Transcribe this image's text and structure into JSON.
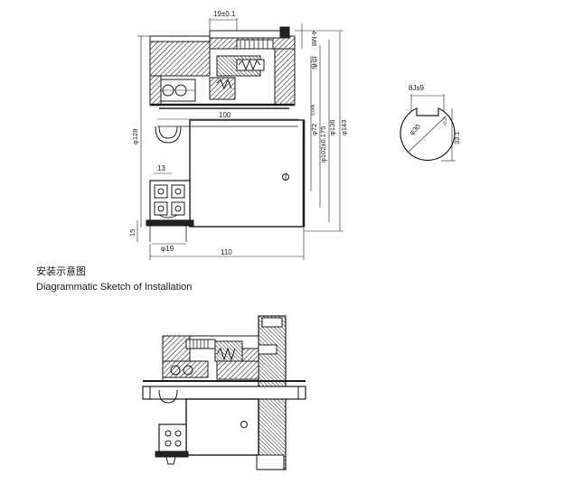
{
  "dimensions": {
    "top_width": "19±0.1",
    "m4": "4-M8",
    "even": "均布",
    "inner_width": "100",
    "phi128": "φ128",
    "phi72": "φ72",
    "phi72_tol": "0.046",
    "phi72_tol2": "0",
    "phi102": "φ102±0.175",
    "phi136": "φ136",
    "phi143": "φ143",
    "d13": "13",
    "d15": "15",
    "phi19": "φ19",
    "d110": "110",
    "key": "8Js9",
    "phi30": "φ30",
    "phi30_tol": "+0.021",
    "d33": "33.1",
    "d33_tol": "+0.2"
  },
  "captions": {
    "chinese": "安装示意图",
    "english": "Diagrammatic Sketch of Installation"
  }
}
